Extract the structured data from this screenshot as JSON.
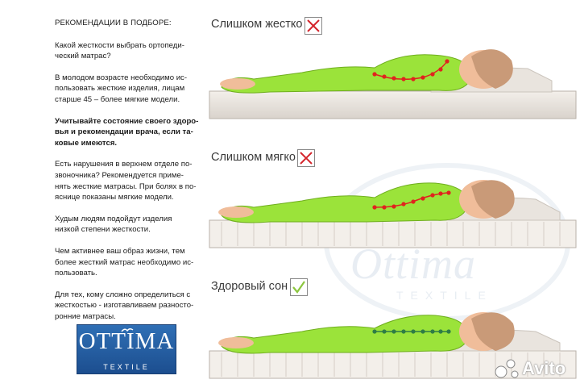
{
  "left_text": {
    "heading": "РЕКОМЕНДАЦИИ В ПОДБОРЕ:",
    "p1": [
      "Какой жесткости выбрать ортопеди-",
      "ческий матрас?"
    ],
    "p2": [
      "В молодом возрасте необходимо ис-",
      "пользовать жесткие изделия, лицам",
      "старше 45 – более мягкие модели."
    ],
    "p3": [
      "Учитывайте состояние своего здоро-",
      "вья и рекомендации врача, если та-",
      "ковые имеются."
    ],
    "p4": [
      "Есть нарушения в верхнем отделе по-",
      "звоночника? Рекомендуется приме-",
      "нять жесткие матрасы. При болях в по-",
      "яснице показаны мягкие модели."
    ],
    "p5": [
      "Худым людям подойдут изделия",
      "низкой степени жесткости."
    ],
    "p6": [
      "Чем активнее ваш образ жизни, тем",
      "более жесткий матрас необходимо ис-",
      "пользовать."
    ],
    "p7": [
      "Для тех, кому сложно определиться с",
      "жесткостью - изготавливаем разносто-",
      "ронние матрасы."
    ]
  },
  "logo": {
    "brand": "OTTIMA",
    "sub": "TEXTILE"
  },
  "sections": [
    {
      "title": "Слишком жестко",
      "mark": "cross-icon",
      "spine_color": "#e0231e"
    },
    {
      "title": "Слишком мягко",
      "mark": "cross-icon",
      "spine_color": "#e0231e"
    },
    {
      "title": "Здоровый сон",
      "mark": "check-icon",
      "spine_color": "#2e7d45"
    }
  ],
  "watermark": {
    "text": "Ottima",
    "sub": "TEXTILE"
  },
  "avito": {
    "text": "Avito"
  },
  "colors": {
    "body": "#9be33a",
    "hair": "#c99a78",
    "skin": "#f0bd9a",
    "cross": "#d4242b",
    "check": "#8cc63f"
  }
}
